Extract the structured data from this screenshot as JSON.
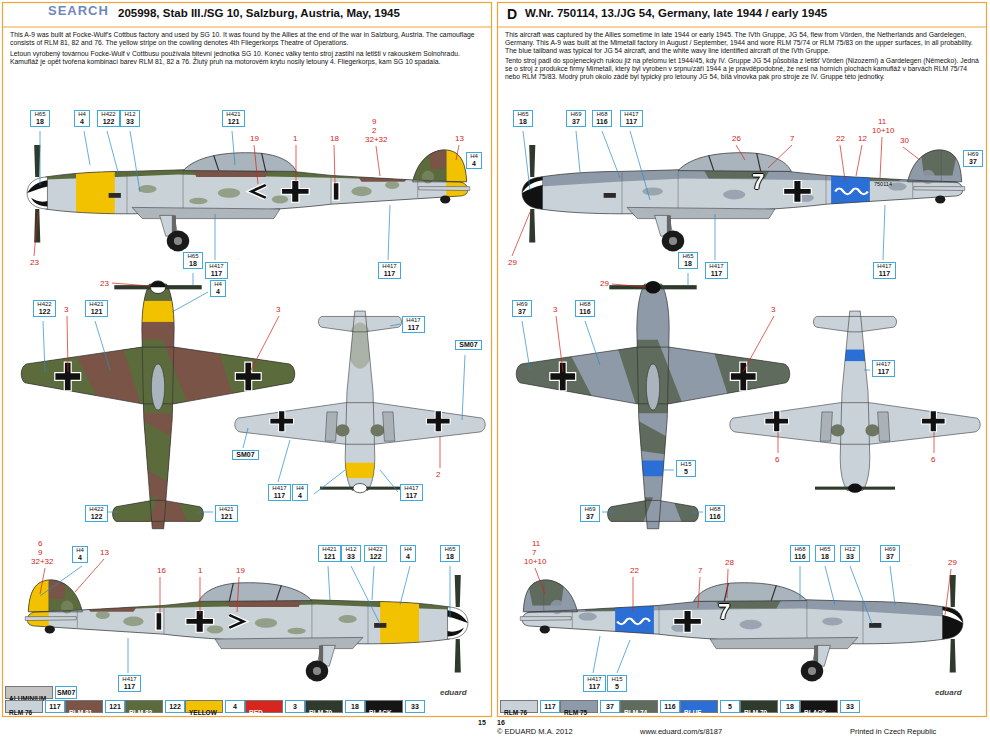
{
  "diagram": {
    "nodes": [
      {
        "text": [
          "H65",
          "18"
        ]
      },
      {
        "text": [
          "H4",
          "4"
        ]
      },
      {
        "text": [
          "H422",
          "122"
        ]
      },
      {
        "text": [
          "H12",
          "33"
        ]
      },
      {
        "text": [
          "H421",
          "121"
        ]
      },
      {
        "text": [
          "H4",
          "4"
        ]
      },
      {
        "text": [
          "H417",
          "117"
        ]
      },
      {
        "text": [
          "H417",
          "117"
        ]
      },
      {
        "text": [
          "H422",
          "122"
        ]
      },
      {
        "text": [
          "H421",
          "121"
        ]
      },
      {
        "text": [
          "H65",
          "18"
        ]
      },
      {
        "text": [
          "H4",
          "4"
        ]
      },
      {
        "text": [
          "H422",
          "122"
        ]
      },
      {
        "text": [
          "H421",
          "121"
        ]
      },
      {
        "text": [
          "SM07"
        ]
      },
      {
        "text": [
          "SM07"
        ]
      },
      {
        "text": [
          "H417",
          "117"
        ]
      },
      {
        "text": [
          "H4",
          "4"
        ]
      },
      {
        "text": [
          "H417",
          "117"
        ]
      },
      {
        "text": [
          "H417",
          "117"
        ]
      },
      {
        "text": [
          "H4",
          "4"
        ]
      },
      {
        "text": [
          "H421",
          "121"
        ]
      },
      {
        "text": [
          "H12",
          "33"
        ]
      },
      {
        "text": [
          "H422",
          "122"
        ]
      },
      {
        "text": [
          "H4",
          "4"
        ]
      },
      {
        "text": [
          "H65",
          "18"
        ]
      },
      {
        "text": [
          "H417",
          "117"
        ]
      },
      {
        "text": [
          "H65",
          "18"
        ]
      },
      {
        "text": [
          "H69",
          "37"
        ]
      },
      {
        "text": [
          "H68",
          "116"
        ]
      },
      {
        "text": [
          "H417",
          "117"
        ]
      },
      {
        "text": [
          "H69",
          "37"
        ]
      },
      {
        "text": [
          "H417",
          "117"
        ]
      },
      {
        "text": [
          "H417",
          "117"
        ]
      },
      {
        "text": [
          "H69",
          "37"
        ]
      },
      {
        "text": [
          "H68",
          "116"
        ]
      },
      {
        "text": [
          "H65",
          "18"
        ]
      },
      {
        "text": [
          "H69",
          "37"
        ]
      },
      {
        "text": [
          "H68",
          "116"
        ]
      },
      {
        "text": [
          "H15",
          "5"
        ]
      },
      {
        "text": [
          "H417",
          "117"
        ]
      },
      {
        "text": [
          "H68",
          "116"
        ]
      },
      {
        "text": [
          "H65",
          "18"
        ]
      },
      {
        "text": [
          "H12",
          "33"
        ]
      },
      {
        "text": [
          "H69",
          "37"
        ]
      },
      {
        "text": [
          "H417",
          "117"
        ]
      },
      {
        "text": [
          "H15",
          "5"
        ]
      }
    ],
    "labels": [
      "SEARCH",
      "205998, Stab III./SG 10, Salzburg, Austria, May, 1945",
      "This A-9 was built at Focke-Wulf's Cottbus factory and used by SG 10. It was found by the Allies at the end of the war in Salzburg, Austria. The camouflage consists of RLM 81, 82 and 76. The yellow stripe on the cowling denotes 4th Fliegerkorps Theatre of Operations.",
      "Letoun vyrobený továrnou Focke-Wulf v Cottbusu používala bitevní jednotka SG 10. Konec války tento stroj zastihl na letišti v rakouském Solnohradu. Kamufláž je opět tvořena kombinací barev RLM 81, 82 a 76. Žlutý pruh na motorovém krytu nosily letouny 4. Fliegerkorps, kam SG 10 spadala.",
      "D",
      "W.Nr. 750114, 13./JG 54, Germany, late 1944 / early 1945",
      "This aircraft was captured by the Allies sometime in late 1944 or early 1945. The IVth Gruppe, JG 54, flew from Vörden, the Netherlands and Gardelegen, Germany. This A-9 was built at the Mimetall factory in August / September, 1944 and wore RLM 75/74 or RLM 75/83 on the upper surfaces, in all probability. The blue tailband was typical for JG 54 aircraft, and the white wavy line identified aircraft of the IVth Gruppe.",
      "Tento stroj padl do spojeneckých rukou již na přelomu let 1944/45, kdy IV. Gruppe JG 54 působila z letišť Vörden (Nizozemí) a Gardelegen (Německo). Jedná se o stroj z produkce firmy Mimetall, který byl vyroben v srpnu/září 1944 a je pravděpodobné, že nesl na horních plochách kamufláž v barvách RLM 75/74 nebo RLM 75/83. Modrý pruh okolo zádě byl typický pro letouny JG 54, bílá vlnovka pak pro stroje ze IV. Gruppe této jednotky.",
      "15",
      "16",
      "© EDUARD M.A. 2012",
      "www.eduard.com/s/8187",
      "Printed in Czech Republic",
      "eduard",
      "eduard",
      "19",
      "1",
      "18",
      "9",
      "2",
      "32+32",
      "13",
      "23",
      "23",
      "3",
      "3",
      "2",
      "6",
      "9",
      "32+32",
      "13",
      "16",
      "1",
      "19",
      "26",
      "7",
      "22",
      "12",
      "11",
      "10+10",
      "30",
      "29",
      "29",
      "3",
      "3",
      "6",
      "6",
      "11",
      "7",
      "10+10",
      "22",
      "7",
      "28",
      "29",
      "750114",
      "7",
      "7",
      "117",
      "121",
      "122",
      "4",
      "3",
      "18",
      "33",
      "117",
      "37",
      "116",
      "5",
      "18",
      "33",
      "SM07"
    ],
    "legend": [
      {
        "text": "ALUMINIUM",
        "color": "#c4c4c4"
      },
      {
        "text": "RLM 76",
        "color": "#c9d2d8"
      },
      {
        "text": "RLM 81",
        "color": "#7a5447"
      },
      {
        "text": "RLM 82",
        "color": "#5c6b3c"
      },
      {
        "text": "YELLOW",
        "color": "#f2c200"
      },
      {
        "text": "RED",
        "color": "#d7261e"
      },
      {
        "text": "RLM 70",
        "color": "#2e3a2b"
      },
      {
        "text": "BLACK",
        "color": "#151515"
      },
      {
        "text": "RLM 76",
        "color": "#c9d2d8"
      },
      {
        "text": "RLM 75",
        "color": "#8f9aa8"
      },
      {
        "text": "RLM 74",
        "color": "#5f6b5c"
      },
      {
        "text": "BLUE",
        "color": "#2b6fd6"
      },
      {
        "text": "RLM 70",
        "color": "#2e3a2b"
      },
      {
        "text": "BLACK",
        "color": "#151515"
      }
    ]
  }
}
